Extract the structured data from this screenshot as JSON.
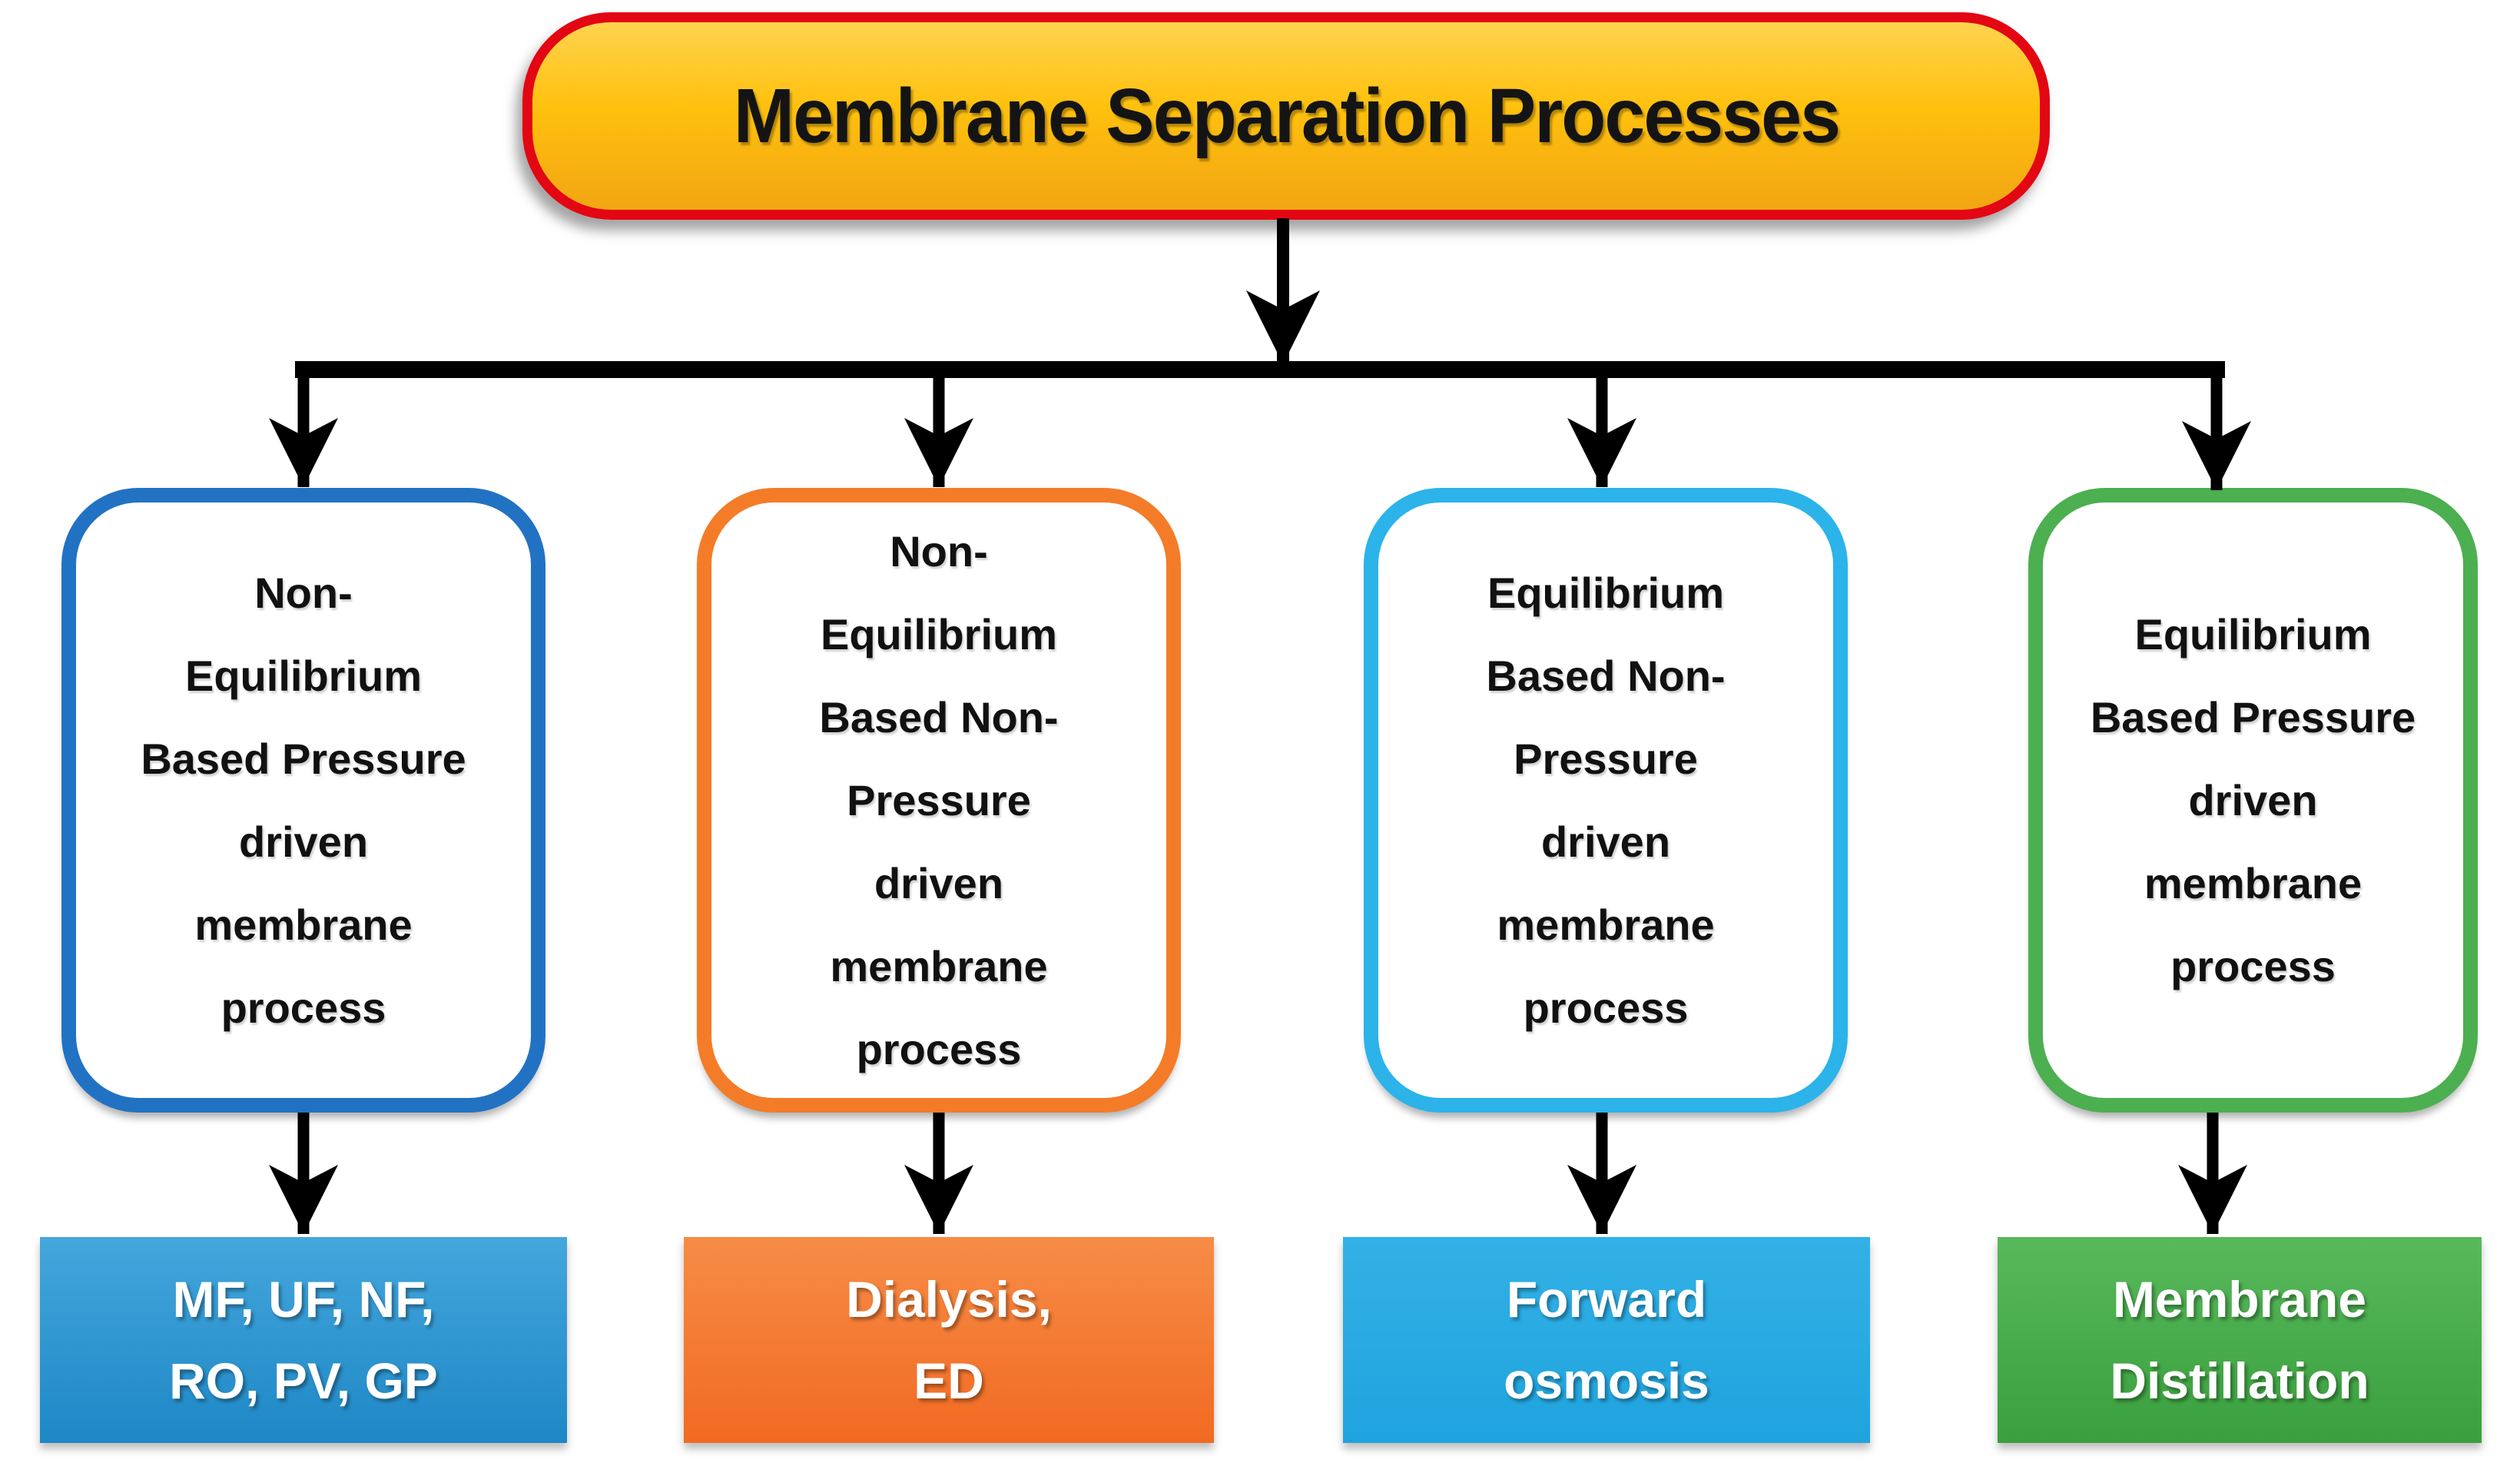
{
  "title": {
    "text": "Membrane Separation Processes",
    "fill_top": "#FFC10E",
    "fill_bottom": "#F2A513",
    "border_color": "#E30613",
    "text_color": "#141414"
  },
  "connector_color": "#000000",
  "categories": [
    {
      "name": "non-equilibrium-pressure-driven",
      "border_color": "#2272C4",
      "lines": [
        "Non-",
        "Equilibrium",
        "Based Pressure",
        "driven",
        "membrane",
        "process"
      ],
      "result": {
        "lines": [
          "MF, UF, NF,",
          "RO, PV, GP"
        ],
        "color_top": "#44A7DC",
        "color_bottom": "#1E87C6"
      }
    },
    {
      "name": "non-equilibrium-non-pressure-driven",
      "border_color": "#F47C28",
      "lines": [
        "Non-",
        "Equilibrium",
        "Based Non-",
        "Pressure",
        "driven",
        "membrane",
        "process"
      ],
      "result": {
        "lines": [
          "Dialysis,",
          "ED"
        ],
        "color_top": "#F78C46",
        "color_bottom": "#F16A22"
      }
    },
    {
      "name": "equilibrium-non-pressure-driven",
      "border_color": "#2BB3EA",
      "lines": [
        "Equilibrium",
        "Based Non-",
        "Pressure",
        "driven",
        "membrane",
        "process"
      ],
      "result": {
        "lines": [
          "Forward",
          "osmosis"
        ],
        "color_top": "#33B1E6",
        "color_bottom": "#1FA3DE"
      }
    },
    {
      "name": "equilibrium-pressure-driven",
      "border_color": "#4CAF50",
      "lines": [
        "Equilibrium",
        "Based Pressure",
        "driven",
        "membrane",
        "process"
      ],
      "result": {
        "lines": [
          "Membrane",
          "Distillation"
        ],
        "color_top": "#58B95B",
        "color_bottom": "#3A9F3E"
      }
    }
  ]
}
